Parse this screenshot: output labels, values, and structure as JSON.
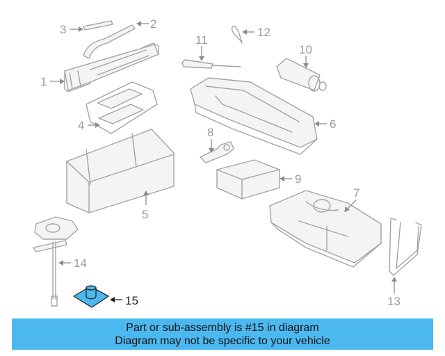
{
  "callouts": [
    "1",
    "2",
    "3",
    "4",
    "5",
    "6",
    "7",
    "8",
    "9",
    "10",
    "11",
    "12",
    "13",
    "14",
    "15"
  ],
  "highlight": {
    "part_number": "15",
    "fill_color": "#4cb8f0"
  },
  "banner": {
    "line1": "Part or sub-assembly is #15 in diagram",
    "line2": "Diagram may not be specific to your vehicle",
    "background": "#4cb8f0"
  }
}
